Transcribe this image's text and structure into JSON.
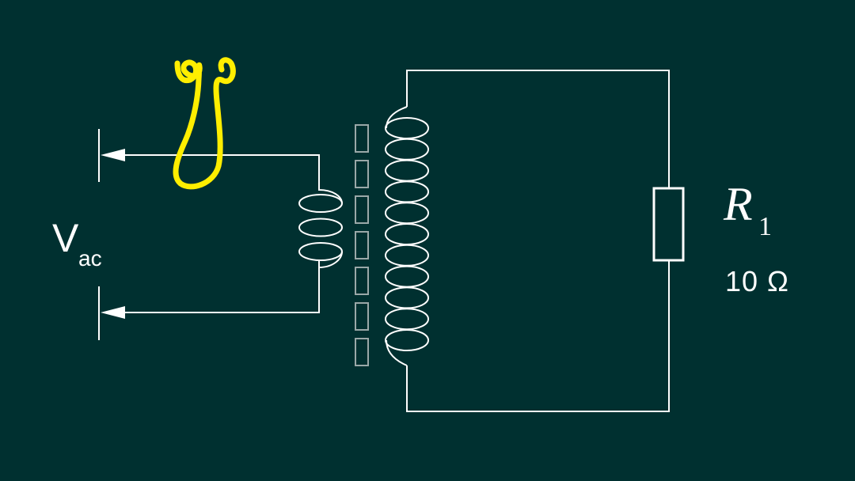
{
  "labels": {
    "source_voltage": "V",
    "source_voltage_subscript": "ac",
    "resistor_name": "R",
    "resistor_subscript": "1",
    "resistor_value": "10 Ω"
  },
  "colors": {
    "background": "#003030",
    "wire": "#ffffff",
    "core": "#9aa8a8",
    "annotation": "#ffee00"
  },
  "components": {
    "primary_coil_turns": 3,
    "secondary_coil_turns": 11,
    "core_segments": 7
  }
}
